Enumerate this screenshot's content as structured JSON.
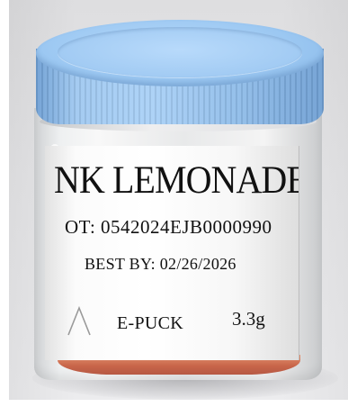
{
  "scene": {
    "subject": "specimen-cup-with-label",
    "colors": {
      "lid": "#9cc8f2",
      "label": "#ffffff",
      "contents": "#c9664a",
      "background": "#e4e4e6"
    }
  },
  "label": {
    "product_name": "NK LEMONADE",
    "lot": "OT: 0542024EJB0000990",
    "best_by": "BEST BY: 02/26/2026",
    "form_type": "E-PUCK",
    "weight": "3.3g"
  }
}
